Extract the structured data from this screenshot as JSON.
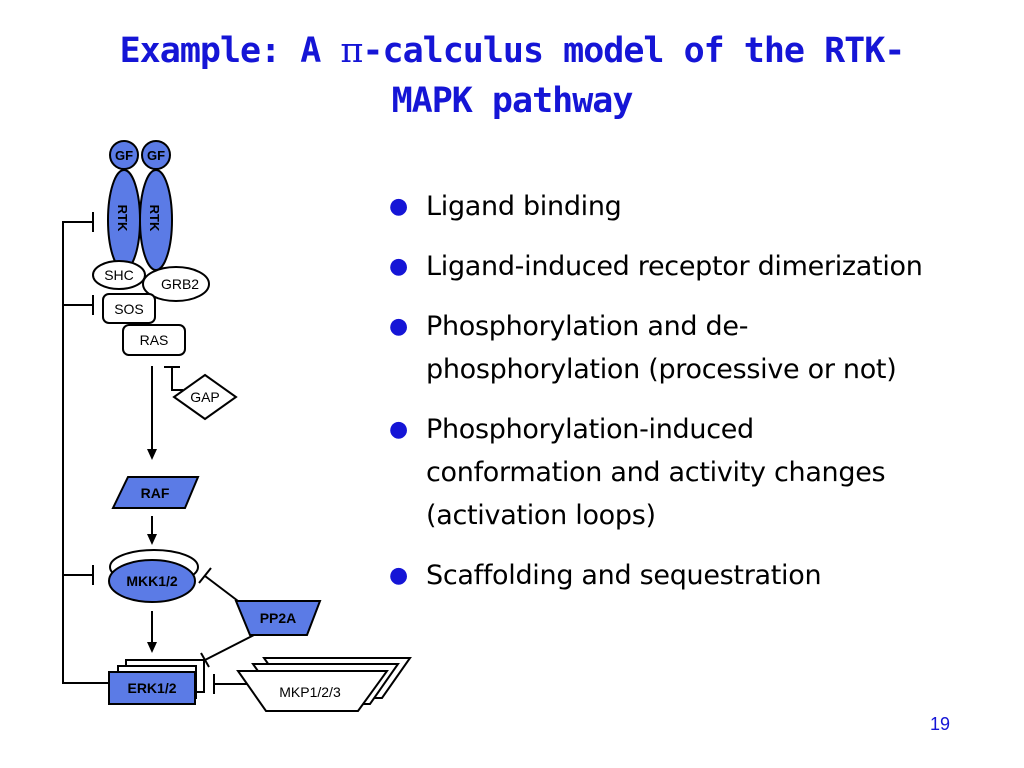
{
  "slide": {
    "title_part1": "Example: A ",
    "title_pi": "π",
    "title_part2": "-calculus model of  the RTK-",
    "title_line2": "MAPK pathway",
    "page_number": "19"
  },
  "bullets": [
    {
      "lines": [
        "Ligand binding"
      ]
    },
    {
      "lines": [
        "Ligand-induced receptor dimerization"
      ]
    },
    {
      "lines": [
        "Phosphorylation and de-",
        "phosphorylation (processive or not)"
      ]
    },
    {
      "lines": [
        "Phosphorylation-induced",
        "conformation and activity changes",
        "(activation loops)"
      ]
    },
    {
      "lines": [
        "Scaffolding and sequestration"
      ]
    }
  ],
  "diagram": {
    "gf_left": "GF",
    "gf_right": "GF",
    "rtk_left": "RTK",
    "rtk_right": "RTK",
    "shc": "SHC",
    "grb2": "GRB2",
    "sos": "SOS",
    "ras": "RAS",
    "gap": "GAP",
    "raf": "RAF",
    "mkk": "MKK1/2",
    "pp2a": "PP2A",
    "erk": "ERK1/2",
    "mkp": "MKP1/2/3",
    "colors": {
      "node_fill": "#5b7be6",
      "title": "#1515d6",
      "stroke": "#000000"
    }
  }
}
